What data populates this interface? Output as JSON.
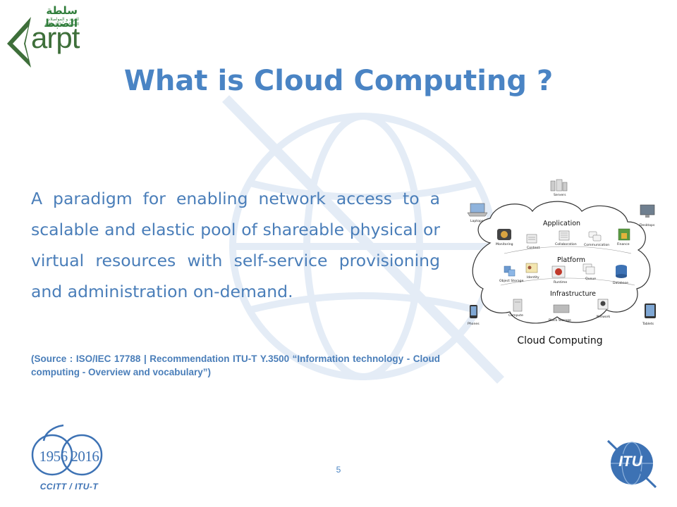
{
  "slide": {
    "title": "What is Cloud Computing ?",
    "definition": "A paradigm for enabling network access to a scalable and elastic pool of shareable physical or virtual resources with self-service provisioning and administration on-demand.",
    "source": "(Source : ISO/IEC 17788 | Recommendation ITU-T Y.3500 “Information technology - Cloud computing - Overview and vocabulary”)",
    "page_number": "5"
  },
  "logos": {
    "arpt_arabic": "سلطة الضبط",
    "arpt_arabic_sub": "للبريد و المواصلات السلكية و اللاسلكية",
    "arpt_text": "arpt",
    "anniversary_years": "1956 2016",
    "anniversary_org": "CCITT / ITU-T",
    "itu_text": "ITU"
  },
  "diagram": {
    "caption": "Cloud Computing",
    "layers": {
      "application": "Application",
      "platform": "Platform",
      "infrastructure": "Infrastructure"
    },
    "devices": {
      "servers": "Servers",
      "laptops": "Laptops",
      "desktops": "Desktops",
      "phones": "Phones",
      "tablets": "Tablets"
    },
    "services": {
      "monitoring": "Monitoring",
      "content": "Content",
      "collaboration": "Collaboration",
      "communication": "Communication",
      "finance": "Finance",
      "object_storage": "Object Storage",
      "identity": "Identity",
      "runtime": "Runtime",
      "queue": "Queue",
      "database": "Database",
      "compute": "Compute",
      "block_storage": "Block Storage",
      "network": "Network"
    }
  },
  "colors": {
    "title": "#4a84c4",
    "body_text": "#4a7eb9",
    "arpt_green": "#2f7d3a",
    "itu_blue": "#3d72b4"
  }
}
